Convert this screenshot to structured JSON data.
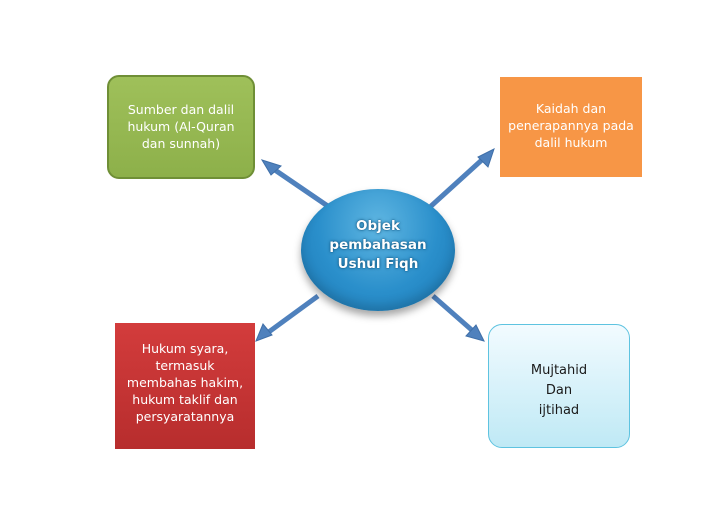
{
  "diagram": {
    "center": {
      "label": "Objek\npembahasan\nUshul Fiqh"
    },
    "top_left": {
      "label": "Sumber dan dalil\nhukum (Al-Quran\ndan sunnah)"
    },
    "top_right": {
      "label": "Kaidah dan\npenerapannya pada\ndalil hukum"
    },
    "bottom_left": {
      "label": "Hukum syara,\ntermasuk\nmembahas hakim,\nhukum taklif dan\npersyaratannya"
    },
    "bottom_right": {
      "label": "Mujtahid\nDan\nijtihad"
    }
  },
  "colors": {
    "green_box": "#9bbb59",
    "orange_box": "#f79646",
    "red_box": "#c0392b",
    "light_blue_box": "#d6f1fa",
    "center_ellipse": "#2a8fcb",
    "arrow": "#4f81bd"
  }
}
